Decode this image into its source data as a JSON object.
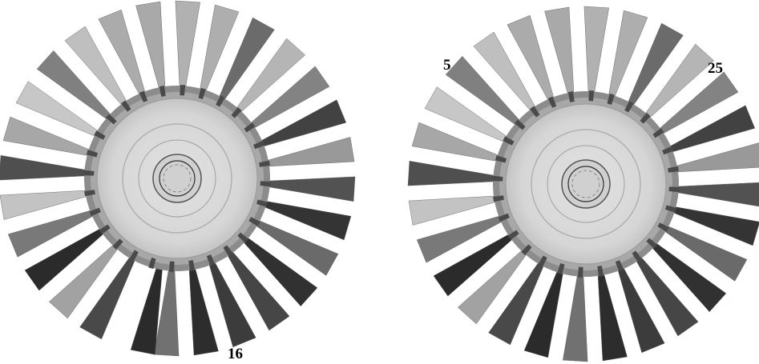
{
  "diagram": {
    "left_wheel": {
      "blade_count": 28,
      "labels": [
        "16"
      ]
    },
    "right_wheel": {
      "blade_count": 28,
      "labels": [
        "5",
        "25"
      ]
    }
  },
  "colors": {
    "blade_dark": "#1a1a1a",
    "blade_light": "#cfcfcf",
    "disk_face": "#d9d9d9",
    "rim": "#8c8c8c",
    "hub_ring": "#b0b0b0"
  }
}
